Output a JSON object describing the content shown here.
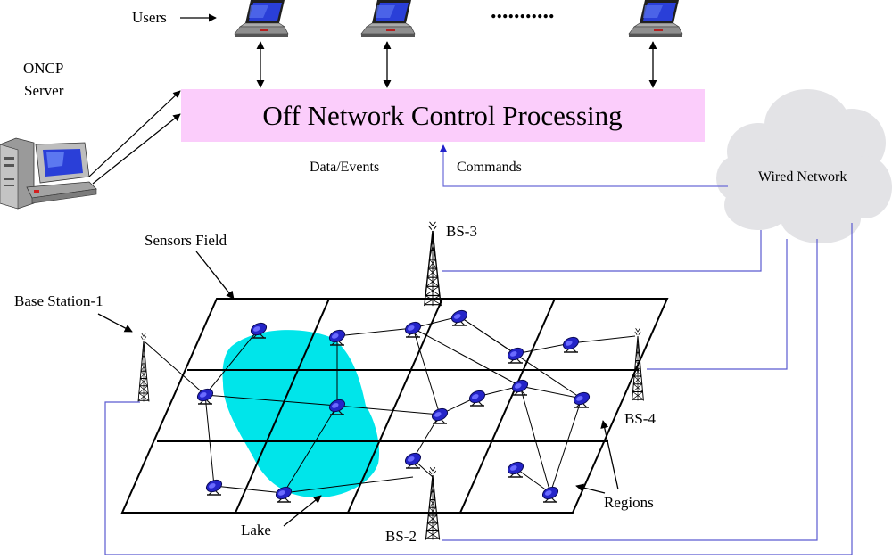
{
  "labels": {
    "users": "Users",
    "server_line1": "ONCP",
    "server_line2": "Server",
    "control_box": "Off Network Control Processing",
    "data_events": "Data/Events",
    "commands": "Commands",
    "wired_network": "Wired Network",
    "ellipsis": "...........",
    "bs3": "BS-3",
    "sensors_field": "Sensors Field",
    "base_station_1": "Base Station-1",
    "bs4": "BS-4",
    "regions": "Regions",
    "lake": "Lake",
    "bs2": "BS-2"
  },
  "colors": {
    "control_box": "#fbcdfb",
    "lake": "#00e5ea",
    "cloud": "#e3e3e6",
    "wired_link": "#3333cc",
    "sensor": "#2a2acc"
  }
}
